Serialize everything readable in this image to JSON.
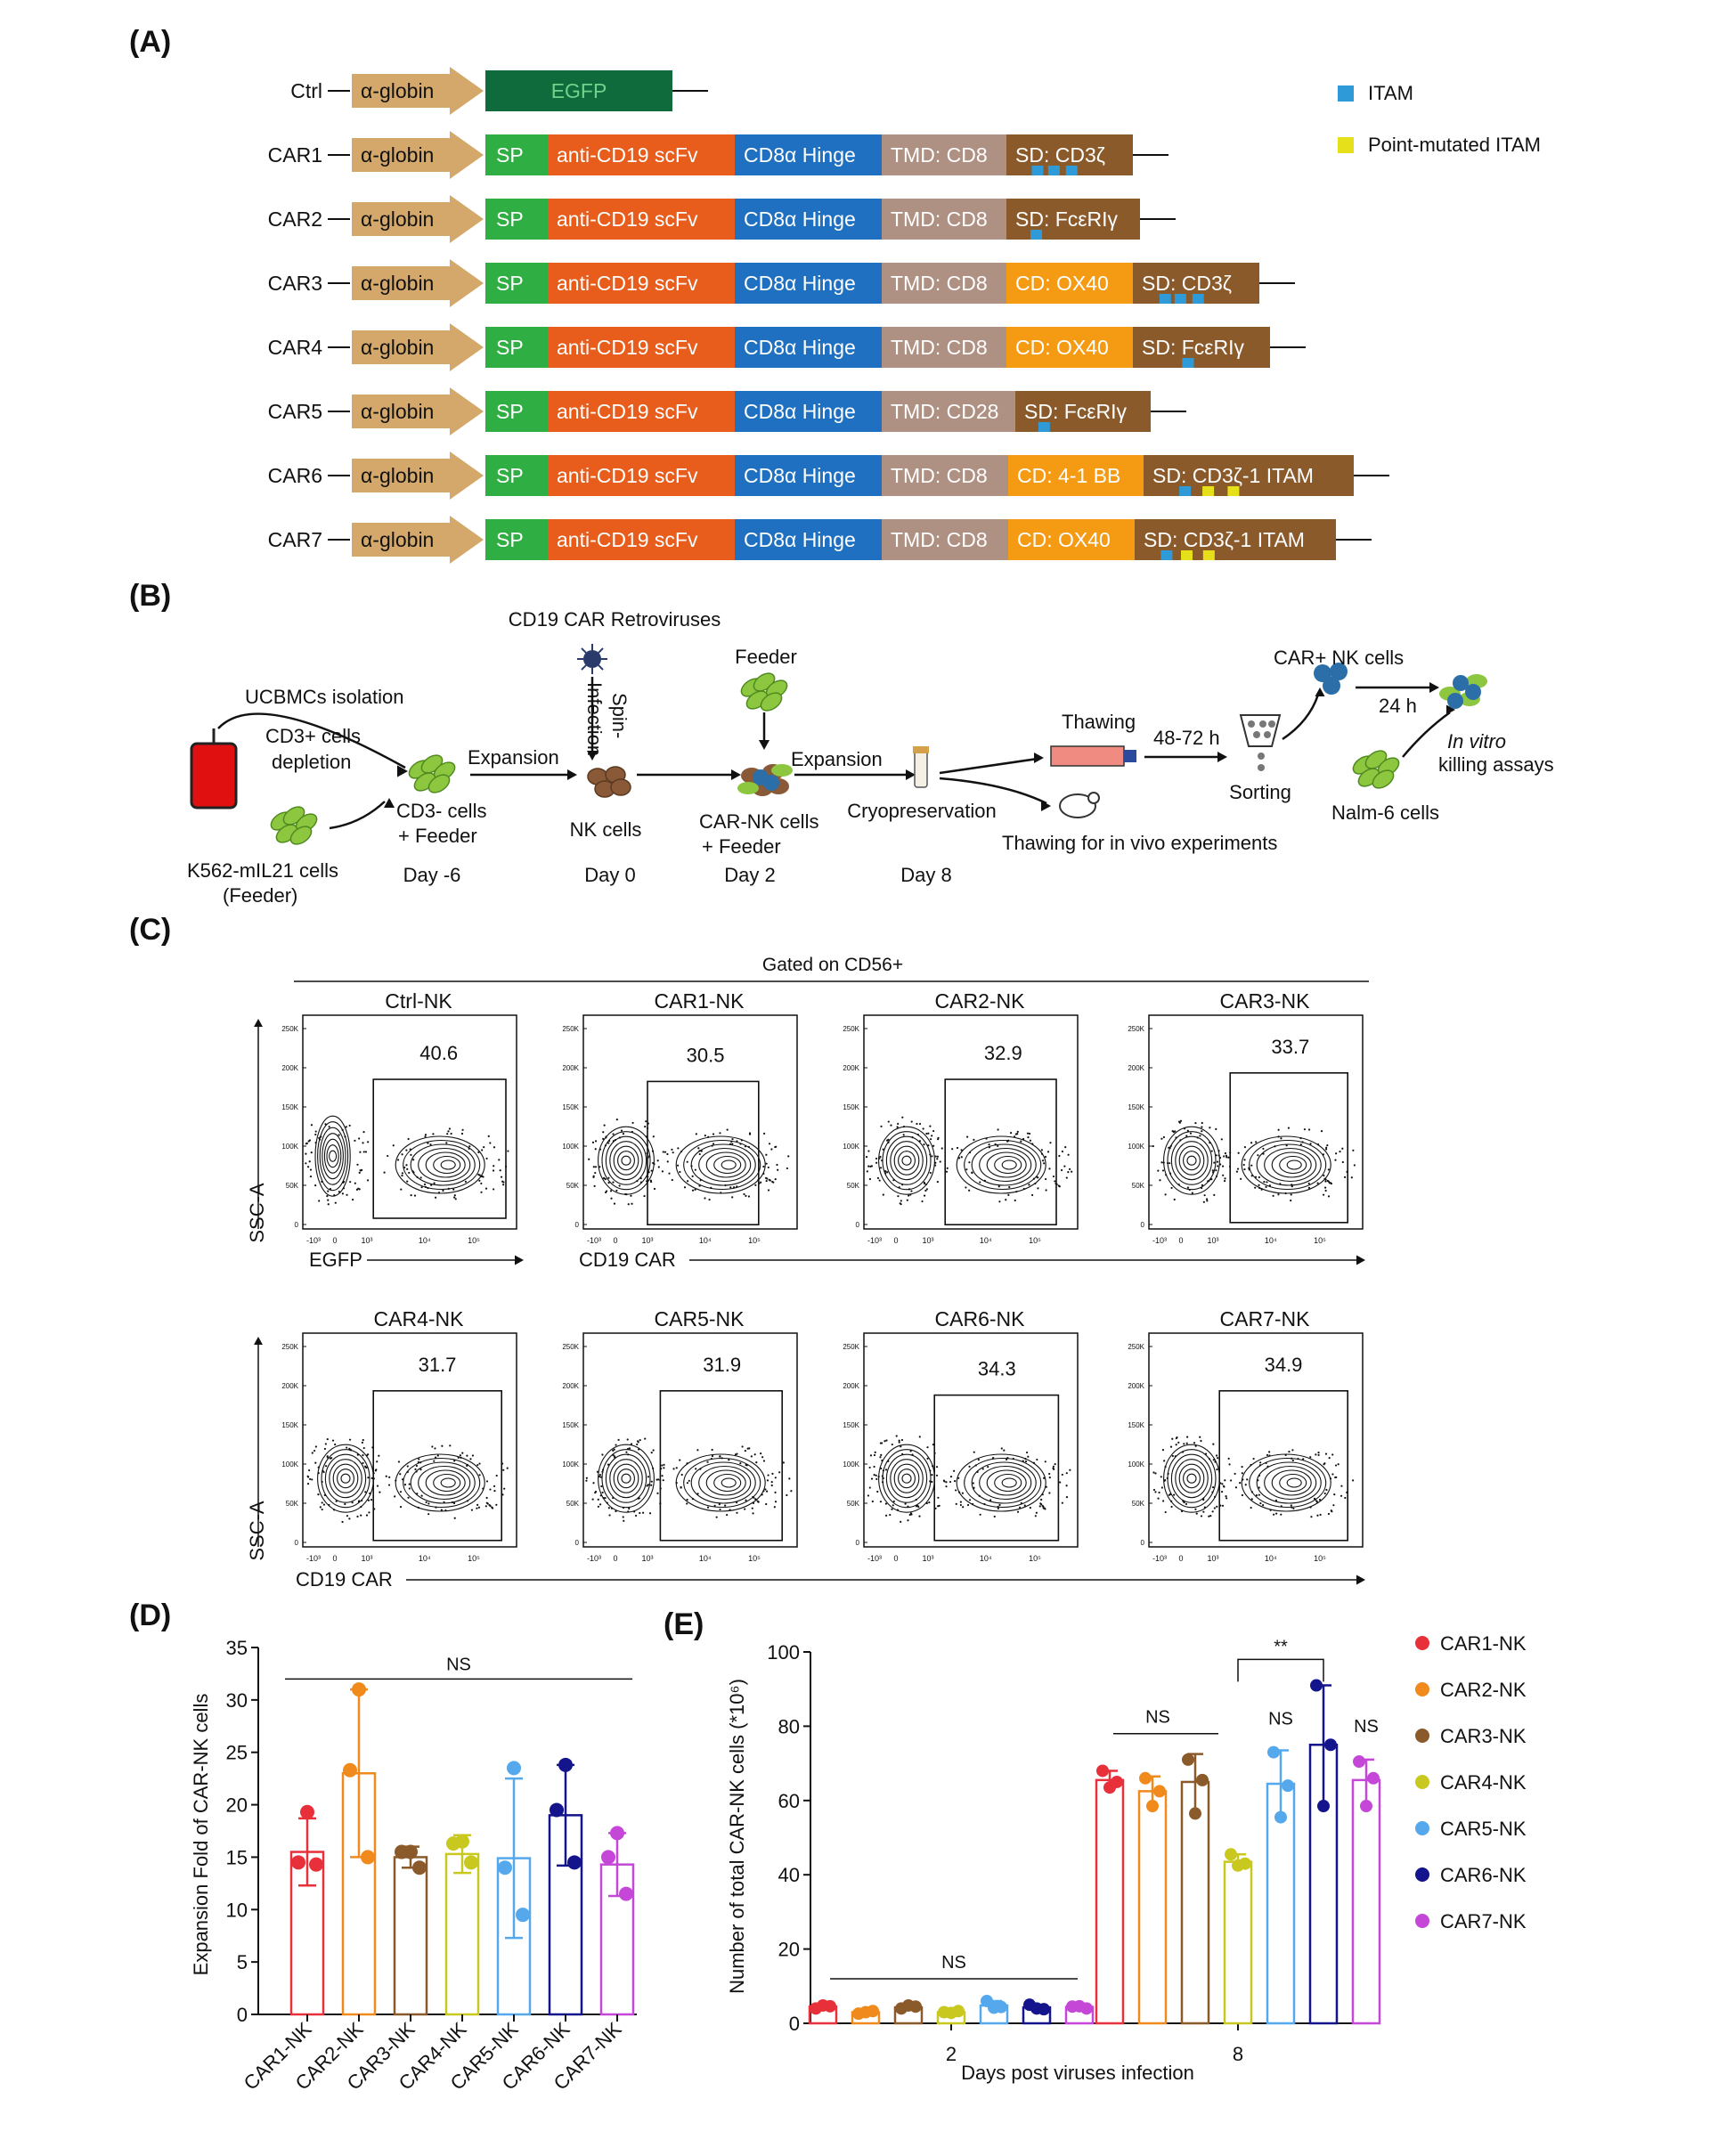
{
  "panels": {
    "A": "(A)",
    "B": "(B)",
    "C": "(C)",
    "D": "(D)",
    "E": "(E)"
  },
  "panelA": {
    "legend": [
      {
        "label": "ITAM",
        "color": "#2e9ad8"
      },
      {
        "label": "Point-mutated ITAM",
        "color": "#e6e01a"
      }
    ],
    "constructs": [
      {
        "name": "Ctrl",
        "segments": [
          {
            "label": "α-globin",
            "type": "arrow"
          },
          {
            "label": "EGFP",
            "color": "#0f6b3c",
            "text": "#6fd38a"
          }
        ],
        "itam": [],
        "mut": []
      },
      {
        "name": "CAR1",
        "segments": [
          {
            "label": "α-globin",
            "type": "arrow"
          },
          {
            "label": "SP",
            "color": "#2eae43"
          },
          {
            "label": "anti-CD19 scFv",
            "color": "#e85c1c"
          },
          {
            "label": "CD8α Hinge",
            "color": "#1f70c0"
          },
          {
            "label": "TMD: CD8",
            "color": "#ae9183"
          },
          {
            "label": "SD: CD3ζ",
            "color": "#8b5a2b"
          }
        ],
        "itam": 3,
        "mut": 0
      },
      {
        "name": "CAR2",
        "segments": [
          {
            "label": "α-globin",
            "type": "arrow"
          },
          {
            "label": "SP",
            "color": "#2eae43"
          },
          {
            "label": "anti-CD19 scFv",
            "color": "#e85c1c"
          },
          {
            "label": "CD8α Hinge",
            "color": "#1f70c0"
          },
          {
            "label": "TMD: CD8",
            "color": "#ae9183"
          },
          {
            "label": "SD: FcεRIγ",
            "color": "#8b5a2b"
          }
        ],
        "itam": 1,
        "mut": 0
      },
      {
        "name": "CAR3",
        "segments": [
          {
            "label": "α-globin",
            "type": "arrow"
          },
          {
            "label": "SP",
            "color": "#2eae43"
          },
          {
            "label": "anti-CD19 scFv",
            "color": "#e85c1c"
          },
          {
            "label": "CD8α Hinge",
            "color": "#1f70c0"
          },
          {
            "label": "TMD: CD8",
            "color": "#ae9183"
          },
          {
            "label": "CD: OX40",
            "color": "#f59a13"
          },
          {
            "label": "SD: CD3ζ",
            "color": "#8b5a2b"
          }
        ],
        "itam": 3,
        "mut": 0
      },
      {
        "name": "CAR4",
        "segments": [
          {
            "label": "α-globin",
            "type": "arrow"
          },
          {
            "label": "SP",
            "color": "#2eae43"
          },
          {
            "label": "anti-CD19 scFv",
            "color": "#e85c1c"
          },
          {
            "label": "CD8α Hinge",
            "color": "#1f70c0"
          },
          {
            "label": "TMD: CD8",
            "color": "#ae9183"
          },
          {
            "label": "CD: OX40",
            "color": "#f59a13"
          },
          {
            "label": "SD: FcεRIγ",
            "color": "#8b5a2b"
          }
        ],
        "itam": 1,
        "mut": 0
      },
      {
        "name": "CAR5",
        "segments": [
          {
            "label": "α-globin",
            "type": "arrow"
          },
          {
            "label": "SP",
            "color": "#2eae43"
          },
          {
            "label": "anti-CD19 scFv",
            "color": "#e85c1c"
          },
          {
            "label": "CD8α Hinge",
            "color": "#1f70c0"
          },
          {
            "label": "TMD: CD28",
            "color": "#ae9183"
          },
          {
            "label": "SD: FcεRIγ",
            "color": "#8b5a2b"
          }
        ],
        "itam": 1,
        "mut": 0
      },
      {
        "name": "CAR6",
        "segments": [
          {
            "label": "α-globin",
            "type": "arrow"
          },
          {
            "label": "SP",
            "color": "#2eae43"
          },
          {
            "label": "anti-CD19 scFv",
            "color": "#e85c1c"
          },
          {
            "label": "CD8α Hinge",
            "color": "#1f70c0"
          },
          {
            "label": "TMD: CD8",
            "color": "#ae9183"
          },
          {
            "label": "CD: 4-1 BB",
            "color": "#f59a13"
          },
          {
            "label": "SD: CD3ζ-1 ITAM",
            "color": "#8b5a2b"
          }
        ],
        "itam": 1,
        "mut": 2
      },
      {
        "name": "CAR7",
        "segments": [
          {
            "label": "α-globin",
            "type": "arrow"
          },
          {
            "label": "SP",
            "color": "#2eae43"
          },
          {
            "label": "anti-CD19 scFv",
            "color": "#e85c1c"
          },
          {
            "label": "CD8α Hinge",
            "color": "#1f70c0"
          },
          {
            "label": "TMD: CD8",
            "color": "#ae9183"
          },
          {
            "label": "CD: OX40",
            "color": "#f59a13"
          },
          {
            "label": "SD: CD3ζ-1 ITAM",
            "color": "#8b5a2b"
          }
        ],
        "itam": 1,
        "mut": 2
      }
    ]
  },
  "panelB": {
    "retro": "CD19 CAR Retroviruses",
    "spin": "Spin-",
    "infection": "Infection",
    "ucbmc": "UCBMCs isolation",
    "cd3_depl_1": "CD3",
    "cd3_depl_sup": "+",
    "cd3_depl_2": " cells",
    "cd3_depl_3": "depletion",
    "k562": "K562-mIL21 cells",
    "feeder_paren": "(Feeder)",
    "cd3neg_1": "CD3",
    "cd3neg_sup": "-",
    "cd3neg_2": " cells",
    "plus_feeder": "+ Feeder",
    "expansion1": "Expansion",
    "nk_cells": "NK cells",
    "feeder": "Feeder",
    "carnk_1": "CAR-NK cells",
    "carnk_2": "+ Feeder",
    "expansion2": "Expansion",
    "cryo": "Cryopreservation",
    "thawing": "Thawing",
    "time": "48-72 h",
    "sorting": "Sorting",
    "carpos_1": "CAR",
    "carpos_sup": "+",
    "carpos_2": " NK cells",
    "h24": "24 h",
    "invitro_1": "In vitro",
    "invitro_2": "killing assays",
    "nalm6": "Nalm-6 cells",
    "thaw_vivo_1": "Thawing for ",
    "thaw_vivo_2": "in vivo",
    "thaw_vivo_3": " experiments",
    "days": [
      "Day -6",
      "Day 0",
      "Day 2",
      "Day 8"
    ]
  },
  "panelC": {
    "gate_title": "Gated on CD56",
    "gate_sup": "+",
    "y_axis": "SSC-A",
    "x_axis_egfp": "EGFP",
    "x_axis_car": "CD19 CAR",
    "y_ticks": [
      "250K",
      "200K",
      "150K",
      "100K",
      "50K",
      "0"
    ],
    "x_ticks": [
      "-10³",
      "0",
      "10³",
      "10⁴",
      "10⁵"
    ],
    "plots": [
      {
        "title": "Ctrl-NK",
        "pct": "40.6"
      },
      {
        "title": "CAR1-NK",
        "pct": "30.5"
      },
      {
        "title": "CAR2-NK",
        "pct": "32.9"
      },
      {
        "title": "CAR3-NK",
        "pct": "33.7"
      },
      {
        "title": "CAR4-NK",
        "pct": "31.7"
      },
      {
        "title": "CAR5-NK",
        "pct": "31.9"
      },
      {
        "title": "CAR6-NK",
        "pct": "34.3"
      },
      {
        "title": "CAR7-NK",
        "pct": "34.9"
      }
    ]
  },
  "chart_data": [
    {
      "type": "bar",
      "panel": "D",
      "ylabel": "Expansion Fold of CAR-NK cells",
      "ylim": [
        0,
        35
      ],
      "yticks": [
        "0",
        "5",
        "10",
        "15",
        "20",
        "25",
        "30",
        "35"
      ],
      "categories": [
        "CAR1-NK",
        "CAR2-NK",
        "CAR3-NK",
        "CAR4-NK",
        "CAR5-NK",
        "CAR6-NK",
        "CAR7-NK"
      ],
      "colors": [
        "#e8303a",
        "#f08a1c",
        "#8b5a2b",
        "#c8c81e",
        "#55a8ec",
        "#14148c",
        "#c447d8"
      ],
      "means": [
        15.5,
        23.0,
        15.0,
        15.3,
        14.9,
        19.0,
        14.3
      ],
      "sd": [
        3.2,
        8.0,
        1.0,
        1.8,
        7.6,
        4.8,
        3.0
      ],
      "points": [
        [
          19.3,
          14.5,
          14.3
        ],
        [
          31.0,
          23.3,
          15.0
        ],
        [
          15.5,
          15.5,
          14.0
        ],
        [
          16.5,
          16.3,
          14.5
        ],
        [
          23.5,
          14.0,
          9.5
        ],
        [
          23.8,
          19.5,
          14.5
        ],
        [
          17.3,
          15.0,
          11.5
        ]
      ],
      "annotation": "NS"
    },
    {
      "type": "bar",
      "panel": "E",
      "ylabel": "Number of total CAR-NK cells (*10⁶)",
      "xlabel": "Days post viruses infection",
      "ylim": [
        0,
        100
      ],
      "yticks": [
        "0",
        "20",
        "40",
        "60",
        "80",
        "100"
      ],
      "x": [
        "2",
        "8"
      ],
      "series": [
        {
          "name": "CAR1-NK",
          "color": "#e8303a",
          "values": [
            4.5,
            65.5
          ],
          "sd": [
            0.6,
            2.5
          ],
          "points": [
            [
              4.0,
              4.6,
              4.8
            ],
            [
              68.0,
              65.0,
              63.5
            ]
          ]
        },
        {
          "name": "CAR2-NK",
          "color": "#f08a1c",
          "values": [
            3.0,
            62.5
          ],
          "sd": [
            0.6,
            4.0
          ],
          "points": [
            [
              2.6,
              3.3,
              3.0
            ],
            [
              66.0,
              62.5,
              58.5
            ]
          ]
        },
        {
          "name": "CAR3-NK",
          "color": "#8b5a2b",
          "values": [
            4.3,
            65.0
          ],
          "sd": [
            0.6,
            7.5
          ],
          "points": [
            [
              4.0,
              4.5,
              4.8
            ],
            [
              71.0,
              65.5,
              56.5
            ]
          ]
        },
        {
          "name": "CAR4-NK",
          "color": "#c8c81e",
          "values": [
            3.0,
            43.5
          ],
          "sd": [
            0.4,
            2.0
          ],
          "points": [
            [
              3.0,
              3.3,
              2.8
            ],
            [
              45.5,
              43.0,
              42.5
            ]
          ]
        },
        {
          "name": "CAR5-NK",
          "color": "#55a8ec",
          "values": [
            4.8,
            64.5
          ],
          "sd": [
            1.2,
            9.0
          ],
          "points": [
            [
              6.0,
              4.4,
              4.2
            ],
            [
              73.0,
              64.0,
              55.5
            ]
          ]
        },
        {
          "name": "CAR6-NK",
          "color": "#14148c",
          "values": [
            4.3,
            75.0
          ],
          "sd": [
            0.6,
            16.0
          ],
          "points": [
            [
              5.0,
              3.8,
              4.0
            ],
            [
              91.0,
              75.0,
              58.5
            ]
          ]
        },
        {
          "name": "CAR7-NK",
          "color": "#c447d8",
          "values": [
            4.4,
            65.5
          ],
          "sd": [
            0.6,
            5.5
          ],
          "points": [
            [
              4.5,
              4.0,
              4.6
            ],
            [
              70.5,
              66.0,
              58.5
            ]
          ]
        }
      ],
      "annotations": {
        "ns_day2": "NS",
        "ns_group": "NS",
        "ns_car5": "NS",
        "ns_car7": "NS",
        "sig": "**"
      }
    }
  ]
}
